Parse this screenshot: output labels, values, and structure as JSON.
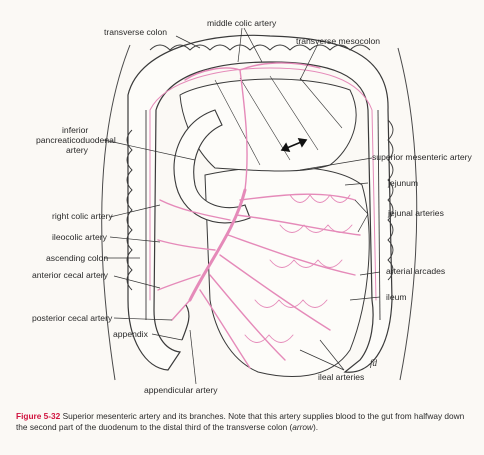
{
  "labels": {
    "transverse_colon": "transverse colon",
    "middle_colic_artery": "middle colic artery",
    "transverse_mesocolon": "transverse mesocolon",
    "inferior_pancreaticoduodenal_artery_1": "inferior",
    "inferior_pancreaticoduodenal_artery_2": "pancreaticoduodenal",
    "inferior_pancreaticoduodenal_artery_3": "artery",
    "superior_mesenteric_artery": "superior mesenteric artery",
    "jejunum": "jejunum",
    "jejunal_arteries": "jejunal arteries",
    "right_colic_artery": "right colic artery",
    "ileocolic_artery": "ileocolic artery",
    "ascending_colon": "ascending colon",
    "anterior_cecal_artery": "anterior cecal artery",
    "arterial_arcades": "arterial arcades",
    "ileum": "ileum",
    "posterior_cecal_artery": "posterior cecal artery",
    "appendix": "appendix",
    "ileal_arteries": "ileal arteries",
    "appendicular_artery": "appendicular artery",
    "artist_initials": "fd"
  },
  "caption": {
    "figure_number": "Figure 5-32",
    "text_before": "Superior mesenteric artery and its branches. Note that this artery supplies blood to the gut from halfway down the second part of the duodenum to the distal third of the transverse colon (",
    "arrow_word": "arrow",
    "text_after": ")."
  },
  "colors": {
    "artery_pink": "#e58ab9",
    "outline": "#3a3a3a",
    "caption_accent": "#d0143f"
  }
}
